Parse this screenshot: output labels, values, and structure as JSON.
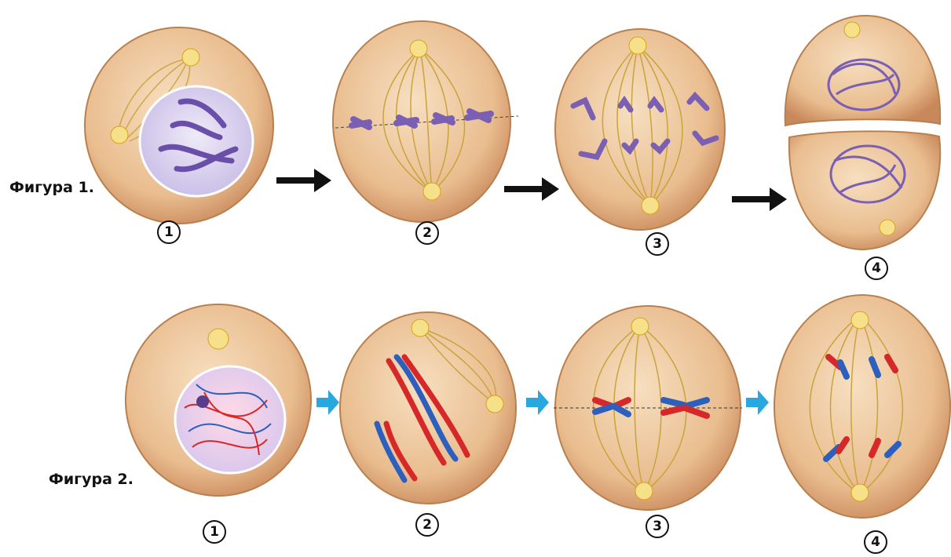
{
  "figure1": {
    "label": "Фигура 1.",
    "steps": [
      "1",
      "2",
      "3",
      "4"
    ]
  },
  "figure2": {
    "label": "Фигура 2.",
    "steps": [
      "1",
      "2",
      "3",
      "4"
    ]
  },
  "colors": {
    "cell_fill": "#e8b889",
    "cell_outline": "#c08652",
    "spindle": "#c9a43a",
    "chromosome_purple": "#7a5fb3",
    "chromosome_red": "#d62828",
    "chromosome_blue": "#2d5fbf",
    "arrow_black": "#111111",
    "arrow_blue": "#29a8e0"
  }
}
